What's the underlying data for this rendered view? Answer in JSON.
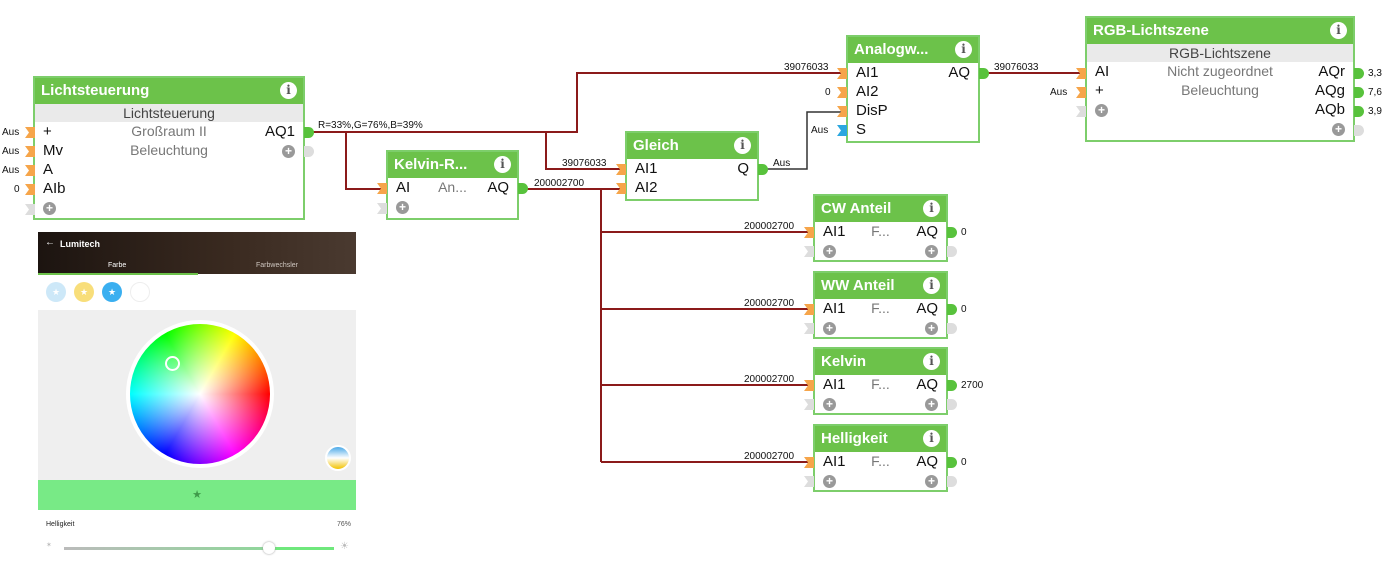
{
  "blocks": {
    "lichtsteuerung": {
      "title": "Lichtsteuerung",
      "subtitle": "Lichtsteuerung",
      "room": "Großraum II",
      "category": "Beleuchtung",
      "inputs": [
        {
          "pin": "+",
          "value": "Aus"
        },
        {
          "pin": "Mv",
          "value": "Aus"
        },
        {
          "pin": "A",
          "value": "Aus"
        },
        {
          "pin": "AIb",
          "value": "0"
        }
      ],
      "outputs": [
        {
          "pin": "AQ1",
          "value": "R=33%,G=76%,B=39%"
        }
      ]
    },
    "kelvin_r": {
      "title": "Kelvin-R...",
      "mid": "An...",
      "inputs": [
        {
          "pin": "AI"
        }
      ],
      "outputs": [
        {
          "pin": "AQ",
          "value": "200002700"
        }
      ]
    },
    "gleich": {
      "title": "Gleich",
      "inputs": [
        {
          "pin": "AI1",
          "value": "39076033"
        },
        {
          "pin": "AI2",
          "value": ""
        }
      ],
      "outputs": [
        {
          "pin": "Q",
          "value": "Aus"
        }
      ]
    },
    "analogw": {
      "title": "Analogw...",
      "inputs": [
        {
          "pin": "AI1",
          "value": "39076033"
        },
        {
          "pin": "AI2",
          "value": "0"
        },
        {
          "pin": "DisP",
          "value": ""
        },
        {
          "pin": "S",
          "value": "Aus"
        }
      ],
      "outputs": [
        {
          "pin": "AQ",
          "value": "39076033"
        }
      ]
    },
    "rgb": {
      "title": "RGB-Lichtszene",
      "subtitle": "RGB-Lichtszene",
      "room": "Nicht zugeordnet",
      "category": "Beleuchtung",
      "inputs": [
        {
          "pin": "AI"
        },
        {
          "pin": "+",
          "value": "Aus"
        }
      ],
      "outputs": [
        {
          "pin": "AQr",
          "value": "3,3"
        },
        {
          "pin": "AQg",
          "value": "7,6"
        },
        {
          "pin": "AQb",
          "value": "3,9"
        }
      ]
    },
    "cw": {
      "title": "CW Anteil",
      "mid": "F...",
      "in_pin": "AI1",
      "in_value": "200002700",
      "out_pin": "AQ",
      "out_value": "0"
    },
    "ww": {
      "title": "WW Anteil",
      "mid": "F...",
      "in_pin": "AI1",
      "in_value": "200002700",
      "out_pin": "AQ",
      "out_value": "0"
    },
    "kelvin": {
      "title": "Kelvin",
      "mid": "F...",
      "in_pin": "AI1",
      "in_value": "200002700",
      "out_pin": "AQ",
      "out_value": "2700"
    },
    "helligkeit": {
      "title": "Helligkeit",
      "mid": "F...",
      "in_pin": "AI1",
      "in_value": "200002700",
      "out_pin": "AQ",
      "out_value": "0"
    }
  },
  "icons": {
    "info": "i",
    "add": "+"
  },
  "app": {
    "title": "Lumitech",
    "back_icon": "←",
    "tabs": [
      "Farbe",
      "Farbwechsler"
    ],
    "presets": [
      {
        "color": "#cde8f8",
        "glyph": "★"
      },
      {
        "color": "#f8de7a",
        "glyph": "★"
      },
      {
        "color": "#3aaff0",
        "glyph": "★"
      },
      {
        "color": "#ffffff",
        "glyph": ""
      }
    ],
    "selected_color": "#78ea86",
    "favorite_icon": "★",
    "brightness_label": "Helligkeit",
    "brightness_value": "76%",
    "brightness_fraction": 0.76
  }
}
